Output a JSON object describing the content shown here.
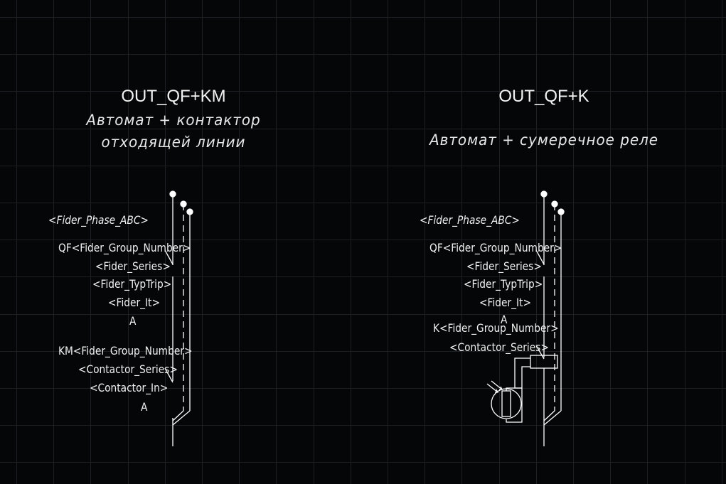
{
  "blocks": [
    {
      "title": "OUT_QF+KM",
      "subtitle_line1": "Автомат + контактор",
      "subtitle_line2": "отходящей линии",
      "phase": "<Fider_Phase_ABC>",
      "qf_name": "QF<Fider_Group_Number>",
      "qf_series": "<Fider_Series>",
      "qf_trip": "<Fider_TypTrip>",
      "qf_current": "<Fider_It>",
      "qf_unit": "A",
      "km_name": "KM<Fider_Group_Number>",
      "km_series": "<Contactor_Series>",
      "km_current": "<Contactor_In>",
      "km_unit": "A"
    },
    {
      "title": "OUT_QF+K",
      "subtitle_line1": "Автомат + сумеречное реле",
      "phase": "<Fider_Phase_ABC>",
      "qf_name": "QF<Fider_Group_Number>",
      "qf_series": "<Fider_Series>",
      "qf_trip": "<Fider_TypTrip>",
      "qf_current": "<Fider_It>",
      "qf_unit": "A",
      "k_name": "K<Fider_Group_Number>",
      "k_series": "<Contactor_Series>"
    }
  ],
  "colors": {
    "background": "#050607",
    "grid": "#1c1f24",
    "lines": "#ffffff"
  }
}
